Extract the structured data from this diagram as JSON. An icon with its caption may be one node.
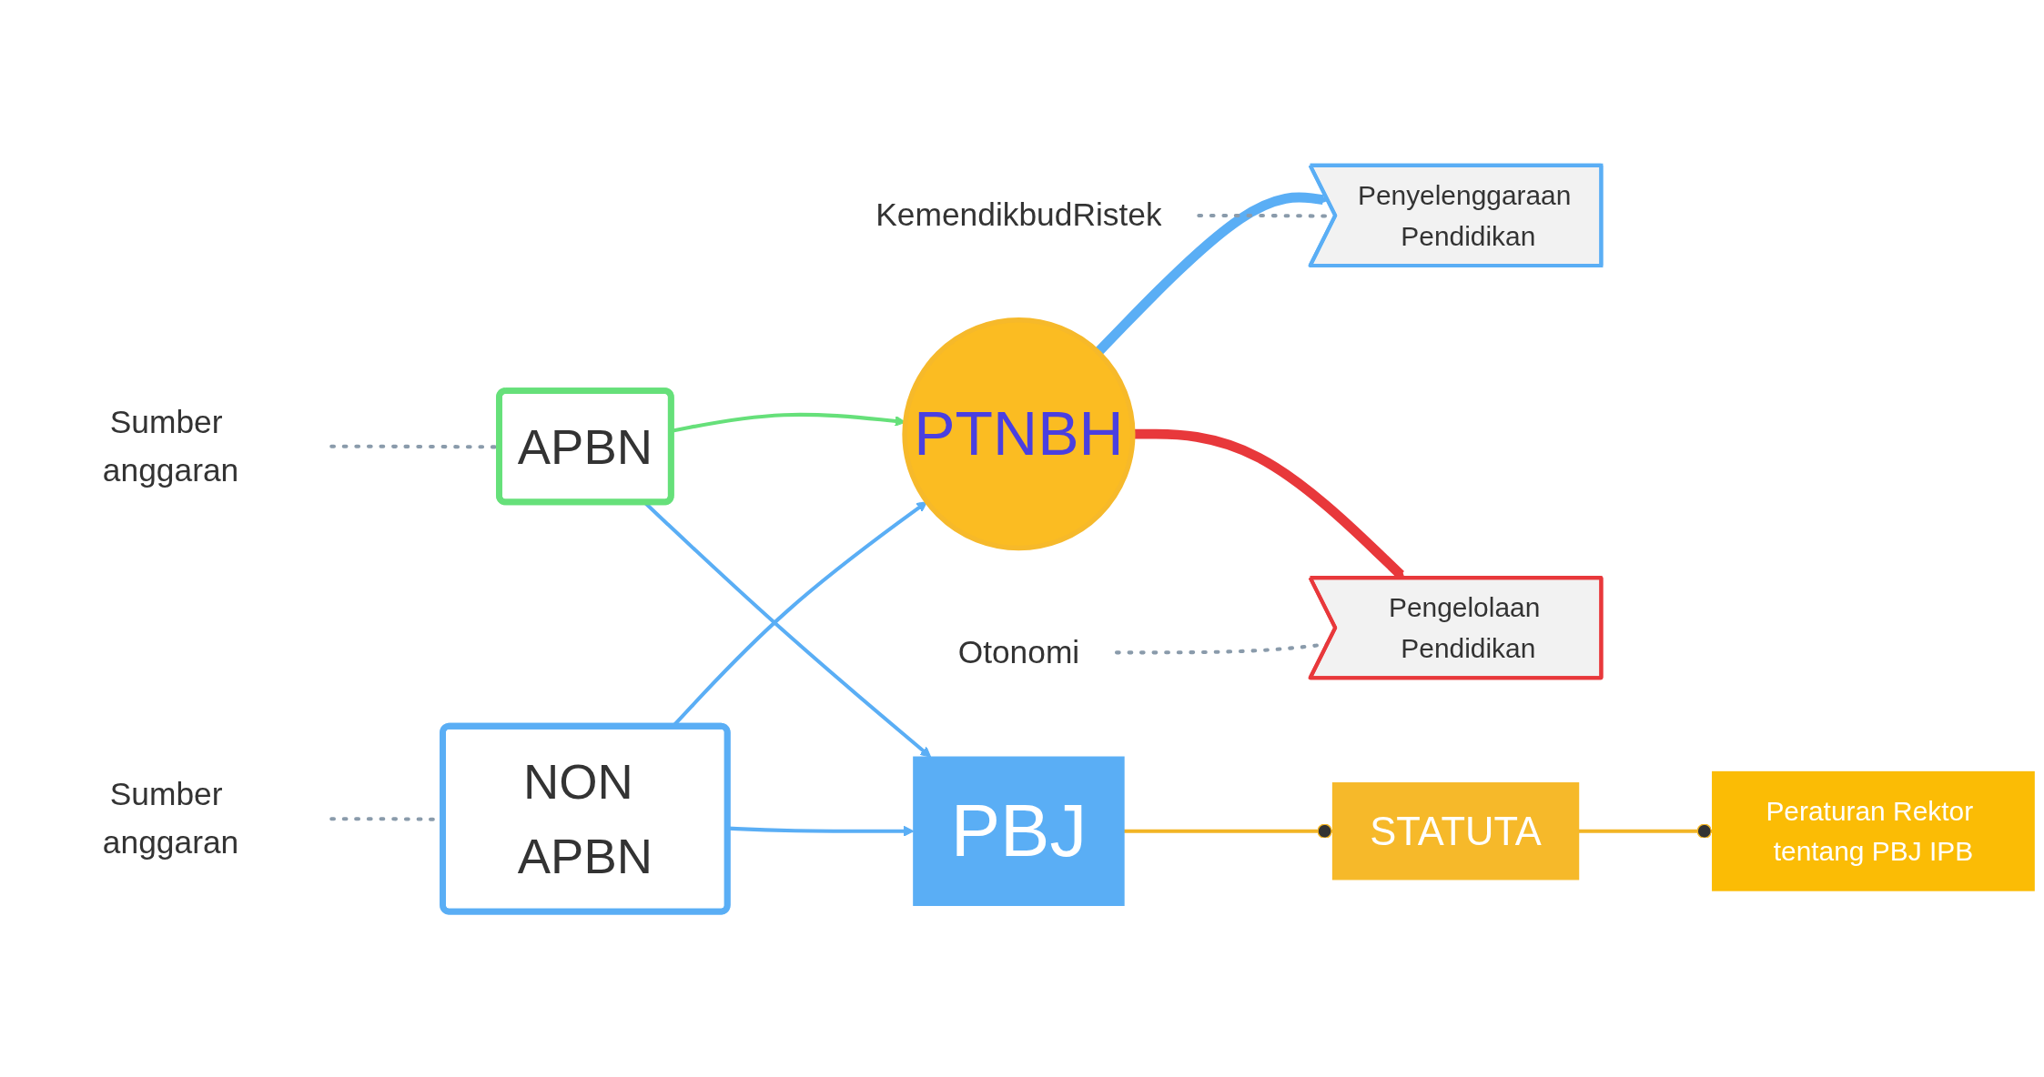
{
  "diagram": {
    "nodes": [
      {
        "text": [
          "Sumber anggaran"
        ]
      },
      {
        "text": [
          "KemendikbudRistek"
        ]
      },
      {
        "text": [
          "APBN"
        ]
      },
      {
        "text": [
          "Penyelenggaraan Pendidikan"
        ]
      },
      {
        "text": [
          "PTNBH"
        ]
      },
      {
        "text": [
          "Pengelolaan Pendidikan"
        ]
      },
      {
        "text": [
          "PBJ"
        ]
      },
      {
        "text": [
          "STATUTA"
        ]
      },
      {
        "text": [
          "NON APBN"
        ]
      },
      {
        "text": [
          "Peraturan Rektor tentang PBJ IPB"
        ]
      },
      {
        "text": [
          "Otonomi"
        ]
      },
      {
        "text": [
          "Sumber anggaran"
        ]
      }
    ],
    "edges": [
      {
        "from": 0,
        "to": 2,
        "arrow": "none",
        "style": "dashed",
        "color": "#8a9bab"
      },
      {
        "from": 11,
        "to": 8,
        "arrow": "none",
        "style": "dashed",
        "color": "#8a9bab"
      },
      {
        "from": 2,
        "to": 4,
        "arrow": "to",
        "color": "#66e07a"
      },
      {
        "from": 8,
        "to": 4,
        "arrow": "to"
      },
      {
        "from": 2,
        "to": 6,
        "arrow": "to"
      },
      {
        "from": 8,
        "to": 6,
        "arrow": "to"
      },
      {
        "from": 4,
        "to": 3,
        "arrow": "to",
        "style": "thick"
      },
      {
        "from": 4,
        "to": 5,
        "arrow": "to",
        "style": "thick",
        "color": "#e8383b"
      },
      {
        "from": 1,
        "to": 3,
        "arrow": "none",
        "style": "dashed",
        "color": "#8a9bab"
      },
      {
        "from": 10,
        "to": 5,
        "arrow": "none",
        "style": "dashed",
        "color": "#8a9bab"
      },
      {
        "from": 6,
        "to": 7,
        "arrow": "other",
        "color": "#f2b526"
      },
      {
        "from": 7,
        "to": 9,
        "arrow": "other",
        "color": "#f2b526"
      }
    ]
  }
}
